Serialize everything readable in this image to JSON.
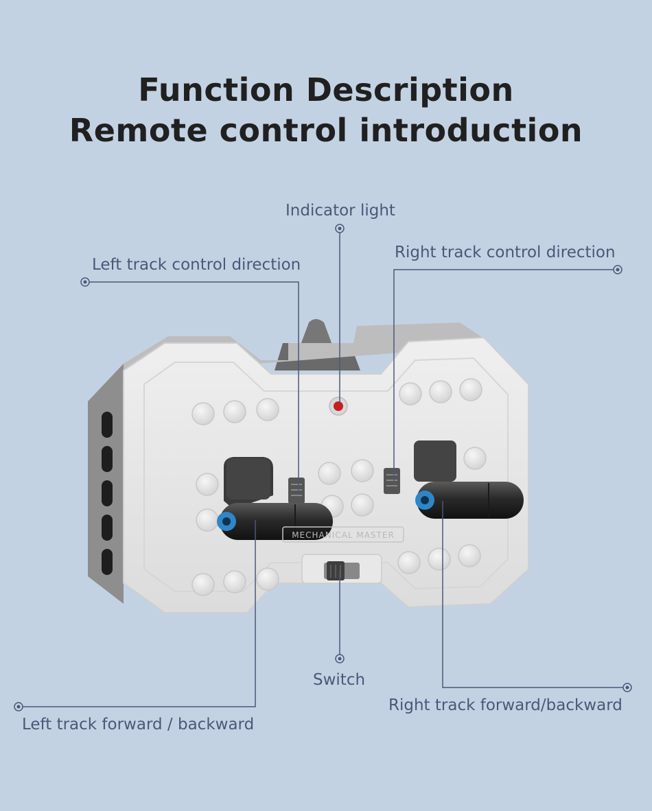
{
  "heading": {
    "line1": "Function Description",
    "line2": "Remote control introduction"
  },
  "callouts": {
    "indicator_light": "Indicator light",
    "left_direction": "Left track control direction",
    "right_direction": "Right track control direction",
    "switch": "Switch",
    "left_forward": "Left track forward / backward",
    "right_forward": "Right track forward/backward"
  },
  "device": {
    "imprint": "MECHANICAL MASTER"
  },
  "colors": {
    "background": "#c3d2e3",
    "callout_line": "#4a5878",
    "body": "#e4e4e4",
    "indicator": "#c81e1e",
    "knob_accent": "#2e86c8"
  }
}
